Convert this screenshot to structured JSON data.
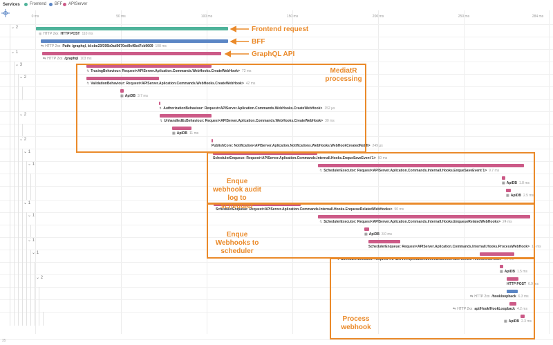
{
  "legend": {
    "title": "Services",
    "items": [
      {
        "label": "Frontend",
        "color": "#4fb39a"
      },
      {
        "label": "BFF",
        "color": "#5b86c5"
      },
      {
        "label": "APIServer",
        "color": "#cc5a87"
      }
    ]
  },
  "ruler": {
    "ticks": [
      "0 ms",
      "50 ms",
      "100 ms",
      "150 ms",
      "200 ms",
      "250 ms"
    ],
    "end": "284 ms"
  },
  "colors": {
    "frontend": "#4fb39a",
    "bff": "#5b86c5",
    "api": "#cc5a87",
    "accent": "#ea8a2a"
  },
  "rows": [
    {
      "chev": "2",
      "service": "frontend",
      "icon": "globe-icon",
      "status": "HTTP 2xx",
      "name": "HTTP POST",
      "duration": "110 ms"
    },
    {
      "chev": "",
      "service": "bff",
      "icon": "connector-icon",
      "status": "HTTP 2xx",
      "name": "Path: /graphql, Id:cbe23f395b0ad9670ed9cf6bd7cb9609",
      "duration": "108 ms"
    },
    {
      "chev": "1",
      "service": "api",
      "icon": "connector-icon",
      "status": "HTTP 2xx",
      "name": "/graphql",
      "duration": "103 ms"
    },
    {
      "chev": "3",
      "service": "api",
      "icon": "method-icon",
      "status": "",
      "name": "TracingBehaviour: Request<APIServer.Aplication.Commands.WebHooks.CreateWebHook>",
      "duration": "72 ms"
    },
    {
      "chev": "2",
      "service": "api",
      "icon": "method-icon",
      "status": "",
      "name": "ValidationBehaviour: Request<APIServer.Aplication.Commands.WebHooks.CreateWebHook>",
      "duration": "42 ms"
    },
    {
      "chev": "",
      "service": "api",
      "icon": "database-icon",
      "status": "",
      "name": "ApiDB",
      "duration": "3.7 ms"
    },
    {
      "chev": "",
      "service": "api",
      "icon": "method-icon",
      "status": "",
      "name": "AuthorizationBehaviour: Request<APIServer.Aplication.Commands.WebHooks.CreateWebHook>",
      "duration": "152 µs"
    },
    {
      "chev": "2",
      "service": "api",
      "icon": "method-icon",
      "status": "",
      "name": "UnhandledExBehaviour: Request<APIServer.Aplication.Commands.WebHooks.CreateWebHook>",
      "duration": "30 ms"
    },
    {
      "chev": "",
      "service": "api",
      "icon": "database-icon",
      "status": "",
      "name": "ApiDB",
      "duration": "11 ms"
    },
    {
      "chev": "2",
      "service": "api",
      "icon": "",
      "status": "",
      "name": "PublishCore: Notification<APIServer.Aplication.Notifications.WebHooks.WebHookCreatedNotifi>",
      "duration": "249 µs"
    },
    {
      "chev": "1",
      "service": "api",
      "icon": "",
      "status": "",
      "name": "SchedulerEnqueue: Request<APIServer.Aplication.Commands.Internall.Hooks.EnqueSaveEvent`1>",
      "duration": "60 ms"
    },
    {
      "chev": "1",
      "service": "api",
      "icon": "method-icon",
      "status": "",
      "name": "SchedulerExecutor: Request<APIServer.Aplication.Commands.Internall.Hooks.EnqueSaveEvent`1>",
      "duration": "9.7 ms"
    },
    {
      "chev": "",
      "service": "api",
      "icon": "database-icon",
      "status": "",
      "name": "ApiDB",
      "duration": "1.8 ms"
    },
    {
      "chev": "",
      "service": "api",
      "icon": "database-icon",
      "status": "",
      "name": "ApiDB",
      "duration": "2.5 ms"
    },
    {
      "chev": "1",
      "service": "api",
      "icon": "",
      "status": "",
      "name": "SchedulerEnqueue: Request<APIServer.Aplication.Commands.Internall.Hooks.EnqueueRelatedWebHooks>",
      "duration": "50 ms"
    },
    {
      "chev": "1",
      "service": "api",
      "icon": "method-icon",
      "status": "",
      "name": "SchedulerExecutor: Request<APIServer.Aplication.Commands.Internall.Hooks.EnqueueRelatedWebHooks>",
      "duration": "24 ms"
    },
    {
      "chev": "",
      "service": "api",
      "icon": "database-icon",
      "status": "",
      "name": "ApiDB",
      "duration": "3.0 ms"
    },
    {
      "chev": "1",
      "service": "api",
      "icon": "",
      "status": "",
      "name": "SchedulerEnqueue: Request<APIServer.Aplication.Commands.Internall.Hooks.ProcessWebHook>",
      "duration": "18 ms"
    },
    {
      "chev": "1",
      "service": "api",
      "icon": "method-icon",
      "status": "",
      "name": "SchedulerExecutor: Request<APIServer.Aplication.Commands.Internall.Hooks.ProcessWebHook>",
      "duration": "20 ms"
    },
    {
      "chev": "",
      "service": "api",
      "icon": "database-icon",
      "status": "",
      "name": "ApiDB",
      "duration": "1.5 ms"
    },
    {
      "chev": "2",
      "service": "api",
      "icon": "",
      "status": "",
      "name": "HTTP POST",
      "duration": "6.9 ms"
    },
    {
      "chev": "",
      "service": "bff",
      "icon": "connector-icon",
      "status": "HTTP 2xx",
      "name": "/hookloopback",
      "duration": "6.3 ms"
    },
    {
      "chev": "",
      "service": "api",
      "icon": "connector-icon",
      "status": "HTTP 2xx",
      "name": "api/Hook/HookLoopback",
      "duration": "4.2 ms"
    },
    {
      "chev": "",
      "service": "api",
      "icon": "database-icon",
      "status": "",
      "name": "ApiDB",
      "duration": "2.3 ms"
    }
  ],
  "annotations": {
    "frontend_request": "Frontend request",
    "bff": "BFF",
    "graphql_api": "GraphQL API",
    "mediatr": "MediatR processing",
    "enque_audit": "Enque webhook audit log to scheduler",
    "enque_webhooks": "Enque Webhooks to scheduler",
    "process_webhook": "Process webhook"
  },
  "footer": "35"
}
